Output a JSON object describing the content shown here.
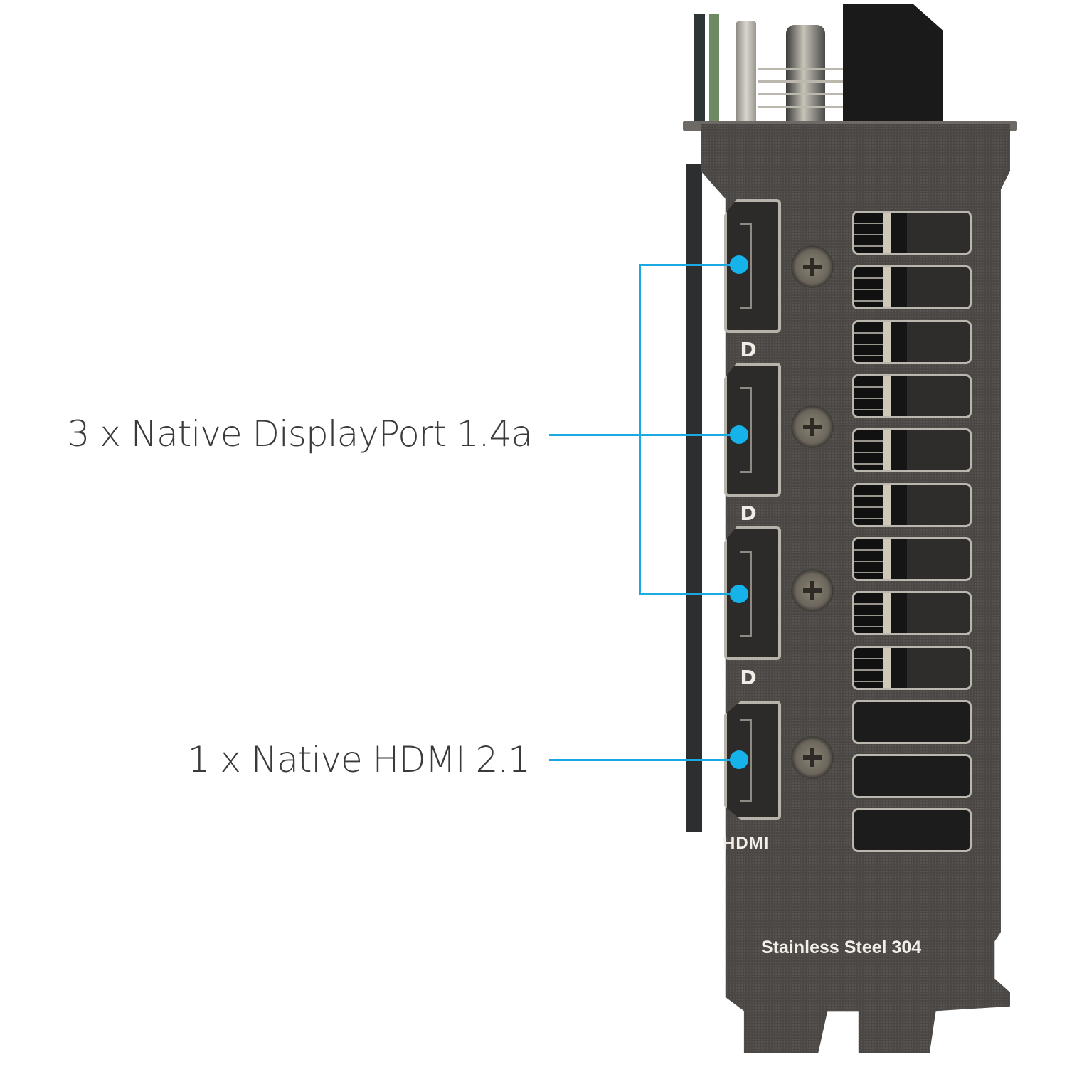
{
  "callouts": [
    {
      "label": "3 x Native DisplayPort 1.4a",
      "target": "displayport-ports",
      "count": 3
    },
    {
      "label": "1 x Native HDMI 2.1",
      "target": "hdmi-port",
      "count": 1
    }
  ],
  "bracket": {
    "port_labels": {
      "dp": "D",
      "hdmi": "HDMI"
    },
    "material_text": "Stainless Steel 304"
  },
  "colors": {
    "callout_line": "#1aa9e0",
    "callout_dot": "#15b3ea",
    "label_text": "#3a3a3a",
    "bracket": "#4a4745",
    "background": "#ffffff"
  }
}
